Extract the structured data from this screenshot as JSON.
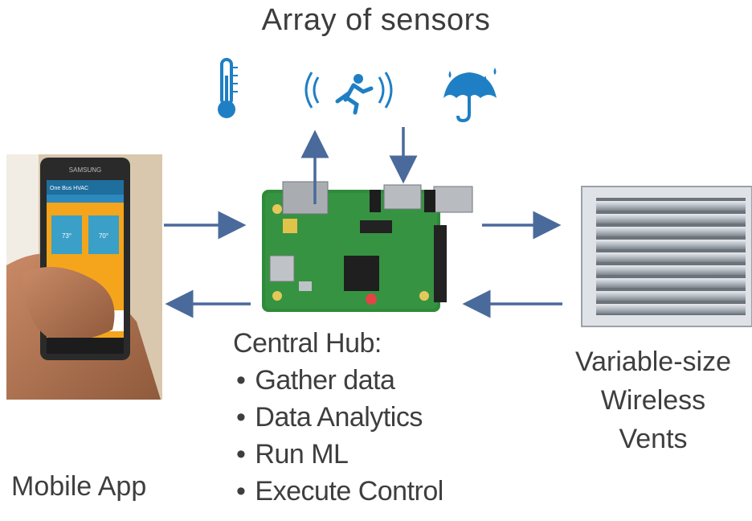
{
  "header": {
    "title": "Array of sensors"
  },
  "sensors": [
    {
      "icon": "thermometer-icon"
    },
    {
      "icon": "motion-sensor-icon"
    },
    {
      "icon": "rain-umbrella-icon"
    }
  ],
  "hub": {
    "title": "Central Hub:",
    "items": [
      "Gather data",
      "Data Analytics",
      "Run ML",
      "Execute Control"
    ]
  },
  "vents": {
    "label_lines": [
      "Variable-size",
      "Wireless",
      "Vents"
    ]
  },
  "mobile": {
    "label": "Mobile App",
    "phone_brand": "SAMSUNG",
    "app_title": "One Bus HVAC",
    "setpoint_value": "73°",
    "current_value": "70°"
  },
  "colors": {
    "arrow": "#4a6a9c",
    "icon": "#1f7fc4",
    "text": "#3e3e3e"
  }
}
